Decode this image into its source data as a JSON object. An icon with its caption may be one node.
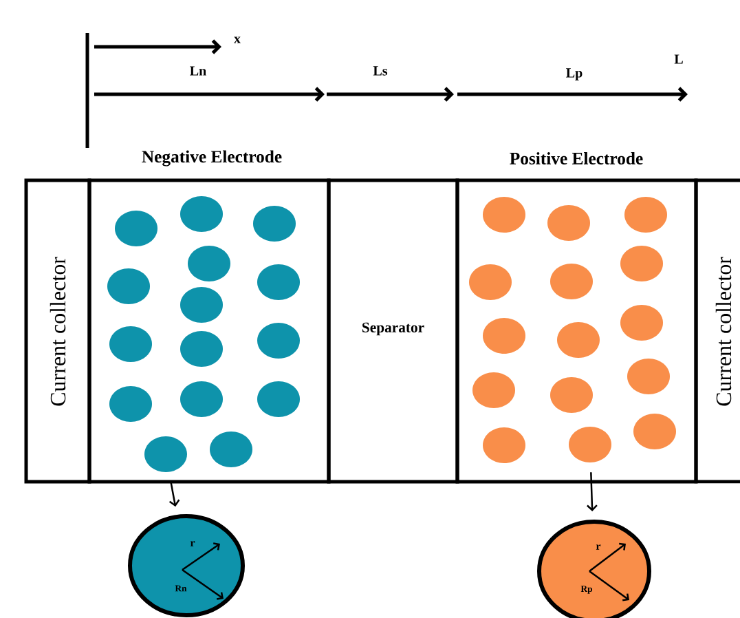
{
  "diagram": {
    "nodes": [
      {
        "text": [
          "Current collector"
        ]
      },
      {
        "text": [
          "Negative Electrode"
        ]
      },
      {
        "text": [
          "Separator"
        ]
      },
      {
        "text": [
          "Positive Electrode"
        ]
      },
      {
        "text": [
          "Current collector"
        ]
      },
      {
        "text": [],
        "shape": "circle",
        "in": 1
      },
      {
        "text": [],
        "shape": "circle",
        "in": 1
      },
      {
        "text": [],
        "shape": "circle",
        "in": 1
      },
      {
        "text": [],
        "shape": "circle",
        "in": 1
      },
      {
        "text": [],
        "shape": "circle",
        "in": 1
      },
      {
        "text": [],
        "shape": "circle",
        "in": 1
      },
      {
        "text": [],
        "shape": "circle",
        "in": 1
      },
      {
        "text": [],
        "shape": "circle",
        "in": 1
      },
      {
        "text": [],
        "shape": "circle",
        "in": 1
      },
      {
        "text": [],
        "shape": "circle",
        "in": 1
      },
      {
        "text": [],
        "shape": "circle",
        "in": 1
      },
      {
        "text": [],
        "shape": "circle",
        "in": 1
      },
      {
        "text": [],
        "shape": "circle",
        "in": 1
      },
      {
        "text": [],
        "shape": "circle",
        "in": 1
      },
      {
        "text": [],
        "shape": "circle",
        "in": 1
      },
      {
        "text": [],
        "shape": "circle",
        "in": 3
      },
      {
        "text": [],
        "shape": "circle",
        "in": 3
      },
      {
        "text": [],
        "shape": "circle",
        "in": 3
      },
      {
        "text": [],
        "shape": "circle",
        "in": 3
      },
      {
        "text": [],
        "shape": "circle",
        "in": 3
      },
      {
        "text": [],
        "shape": "circle",
        "in": 3
      },
      {
        "text": [],
        "shape": "circle",
        "in": 3
      },
      {
        "text": [],
        "shape": "circle",
        "in": 3
      },
      {
        "text": [],
        "shape": "circle",
        "in": 3
      },
      {
        "text": [],
        "shape": "circle",
        "in": 3
      },
      {
        "text": [],
        "shape": "circle",
        "in": 3
      },
      {
        "text": [],
        "shape": "circle",
        "in": 3
      },
      {
        "text": [],
        "shape": "circle",
        "in": 3
      },
      {
        "text": [],
        "shape": "circle",
        "in": 3
      },
      {
        "text": [],
        "shape": "circle",
        "in": 3
      },
      {
        "text": [
          "r",
          "Rn"
        ]
      },
      {
        "text": [
          "r",
          "Rp"
        ]
      }
    ],
    "edges": [
      {
        "from": 19,
        "to": 35,
        "arrow": "to"
      },
      {
        "from": 33,
        "to": 36,
        "arrow": "to"
      }
    ],
    "labels": [
      "x",
      "L",
      "Ln",
      "Ls",
      "Lp"
    ]
  }
}
